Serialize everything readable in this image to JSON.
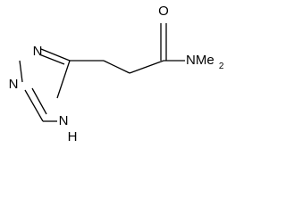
{
  "molecule": {
    "atoms": {
      "n1": "N",
      "n2": "N",
      "nh": "N",
      "h": "H",
      "o": "O",
      "nme": "NMe",
      "sub": "2"
    }
  }
}
